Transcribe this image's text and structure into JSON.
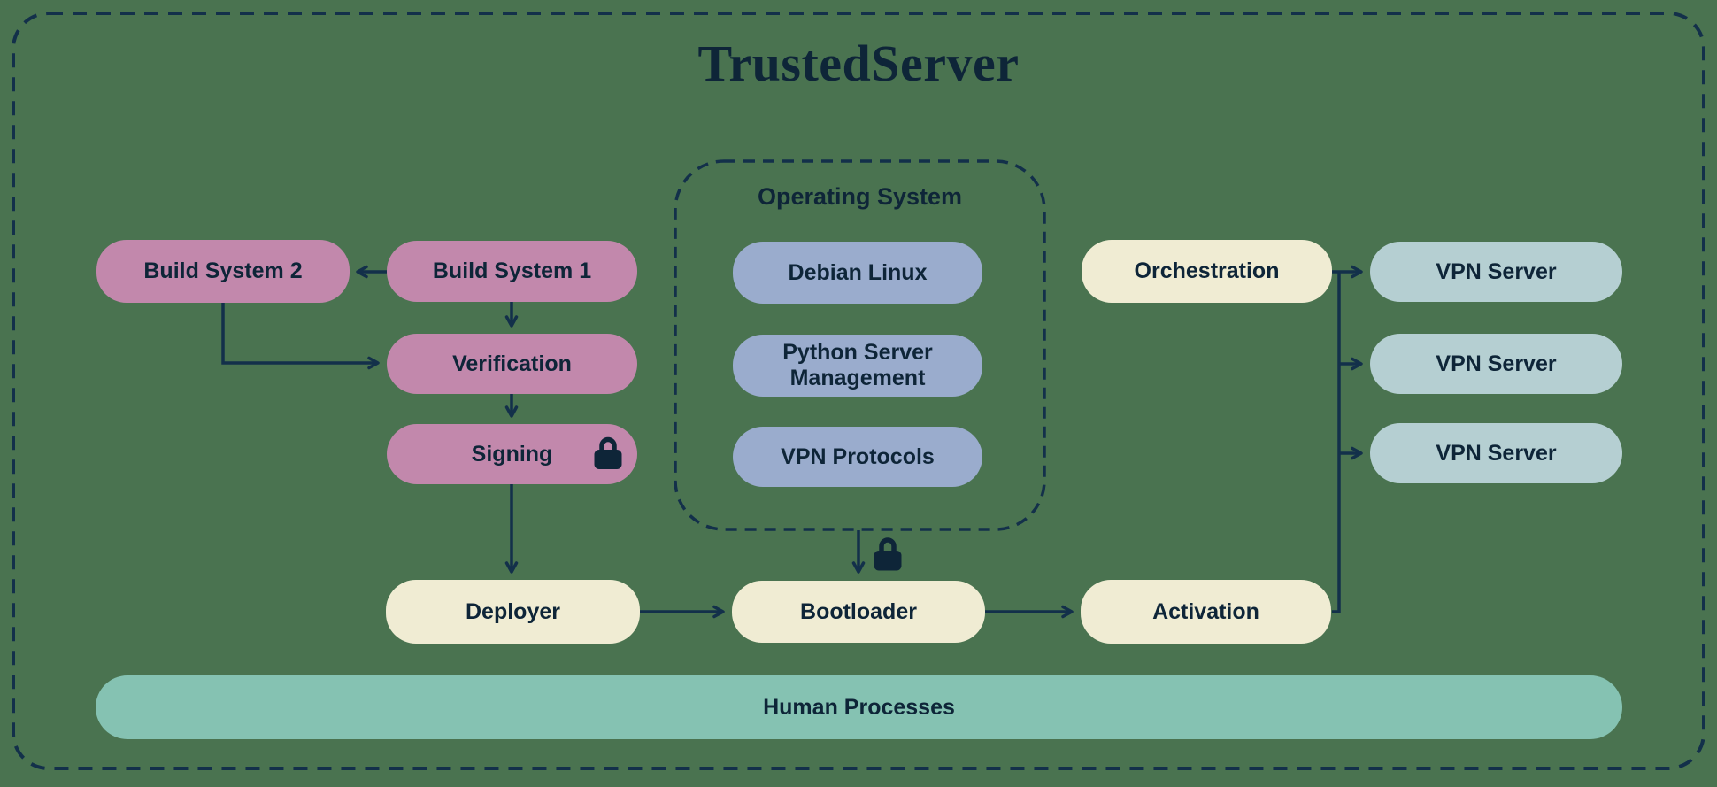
{
  "title": "TrustedServer",
  "colors": {
    "background": "#4a7350",
    "navy": "#0e2538",
    "pink": "#c288ac",
    "blue": "#9aaccd",
    "cream": "#f0ecd3",
    "teal_gray": "#b5cfd2",
    "teal": "#85c2b2"
  },
  "build_pipeline": {
    "build_system_2": "Build System 2",
    "build_system_1": "Build System 1",
    "verification": "Verification",
    "signing": "Signing"
  },
  "operating_system": {
    "label": "Operating System",
    "items": [
      "Debian Linux",
      "Python Server Management",
      "VPN Protocols"
    ]
  },
  "deployment": {
    "deployer": "Deployer",
    "bootloader": "Bootloader",
    "activation": "Activation",
    "orchestration": "Orchestration"
  },
  "vpn_servers": [
    "VPN Server",
    "VPN Server",
    "VPN Server"
  ],
  "human_processes": "Human Processes"
}
